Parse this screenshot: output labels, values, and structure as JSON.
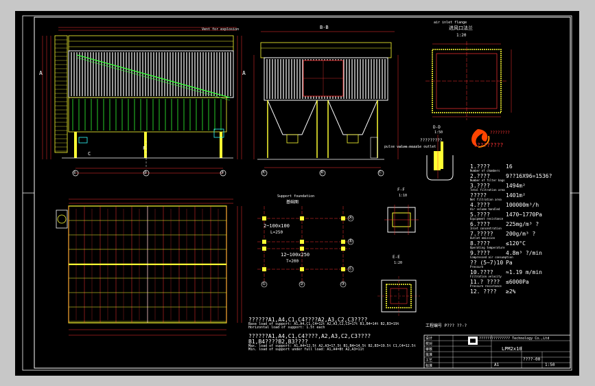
{
  "frame": {
    "background": "#000000",
    "bezel": "#c7c7c7"
  },
  "side_view": {
    "top_note": "Vent for explosion",
    "section_mark_left": "A",
    "section_mark_right": "A",
    "marker_c": "C",
    "axis_1": "①",
    "axis_2": "②",
    "axis_3": "③",
    "axis_f": "F"
  },
  "section_bb": {
    "title": "B-B",
    "axis_a": "Ⓐ",
    "axis_b": "Ⓑ",
    "axis_c": "Ⓒ",
    "note": "pulse valve nozzle outlet"
  },
  "plan_top_right": {
    "title": "air inlet flange",
    "subtitle": "进风口法兰",
    "scale": "1:20"
  },
  "detail_dd": {
    "title": "D-D",
    "scale": "1:50",
    "note": "?????????"
  },
  "logo_text": {
    "line1": "????????",
    "line2": "?????????"
  },
  "tech_specs": [
    {
      "label": "1.????",
      "value": "16",
      "sub": "Number of chambers"
    },
    {
      "label": "2.????",
      "value": "9??16X96=1536?",
      "sub": "Number of filter bags"
    },
    {
      "label": "3.????",
      "value": "1494m²",
      "sub": "Total filtration area"
    },
    {
      "label": "?????",
      "value": "1401m²",
      "sub": "Net filtration area"
    },
    {
      "label": "4.????",
      "value": "100000m³/h",
      "sub": "Air volume handled"
    },
    {
      "label": "5.????",
      "value": "1470~1770Pa",
      "sub": "Equipment resistance"
    },
    {
      "label": "6.????",
      "value": "225mg/m³ ?",
      "sub": "Inlet concentration"
    },
    {
      "label": "7.?????",
      "value": "200g/m³ ?",
      "sub": "Outlet emission"
    },
    {
      "label": "8.????",
      "value": "≤120°C",
      "sub": "Operating temperature"
    },
    {
      "label": "9.????",
      "value": "4.8m³ ?/min",
      "sub": "Compressed air consumption"
    },
    {
      "label": "?? (5~7)10",
      "value": "Pa",
      "sub": "Pressure"
    },
    {
      "label": "10.????",
      "value": "≈1.19 m/min",
      "sub": "Filtration velocity"
    },
    {
      "label": "11.? ????",
      "value": "≤6000Pa",
      "sub": "Pressure resistance"
    },
    {
      "label": "12. ????",
      "value": "≥2%",
      "sub": ""
    }
  ],
  "detail_ff": {
    "title": "F-F",
    "scale": "1:10"
  },
  "detail_e": {
    "title": "E-E",
    "scale": "1:20"
  },
  "support_plan": {
    "title": "Support foundation",
    "subtitle": "基础图",
    "label1": "2~100x100",
    "label1b": "L=250",
    "label2": "12~100x250",
    "label2b": "T=200",
    "axis_a": "Ⓐ",
    "axis_b": "Ⓑ",
    "axis_c": "Ⓒ",
    "axis_1": "①",
    "axis_2": "②",
    "axis_3": "③"
  },
  "notes": [
    "??????A1,A4,C1,C4????A2,A3,C2,C3????",
    "Base load of support: A1,A4,C1,C4=12t  A2,A3,C2,C3=17t  B1,B4=14t  B2,B3=19t",
    "Horizontal load of support: 1.5t each",
    "??????A1,A4,C1,C4????,A2,A3,C2,C3????",
    "B1,B4????B2,B3????",
    "Max. load of support: A1,A4=12.5t  A2,A3=17.5t  B1,B4=14.5t  B2,B3=19.5t  C1,C4=12.5t",
    "Min. load of support under full load: A1,A4=8t  A2,A3=11t"
  ],
  "signature": {
    "label": "工程编号 ",
    "value": "P??? ??-?"
  },
  "title_block": {
    "company": "??????????????? Technology Co.,Ltd",
    "drawing_name": "LPM2x10",
    "drawing_no": "????-00",
    "sheet": "A1",
    "scale": "1:50",
    "rows": [
      "设计",
      "校对",
      "审核",
      "批准",
      "工艺",
      "标准"
    ]
  }
}
